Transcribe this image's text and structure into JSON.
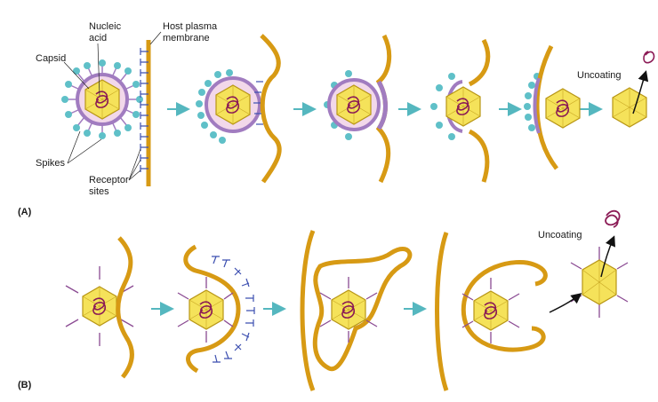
{
  "labels": {
    "nucleic_acid_1": "Nucleic",
    "nucleic_acid_2": "acid",
    "host_membrane_1": "Host plasma",
    "host_membrane_2": "membrane",
    "capsid": "Capsid",
    "spikes": "Spikes",
    "receptor_1": "Receptor",
    "receptor_2": "sites",
    "uncoating_a": "Uncoating",
    "uncoating_b": "Uncoating"
  },
  "panels": {
    "a": "(A)",
    "b": "(B)"
  },
  "colors": {
    "membrane": "#d79a14",
    "envelope": "#a17cc0",
    "envelope_fill": "#f2d8ea",
    "capsid_fill": "#f5e25a",
    "capsid_stroke": "#b89616",
    "nucleic": "#8b1a55",
    "spike": "#5fc0c8",
    "arrow": "#55b7bf",
    "receptor": "#3c4fb0",
    "fiber": "#8a4a92"
  }
}
